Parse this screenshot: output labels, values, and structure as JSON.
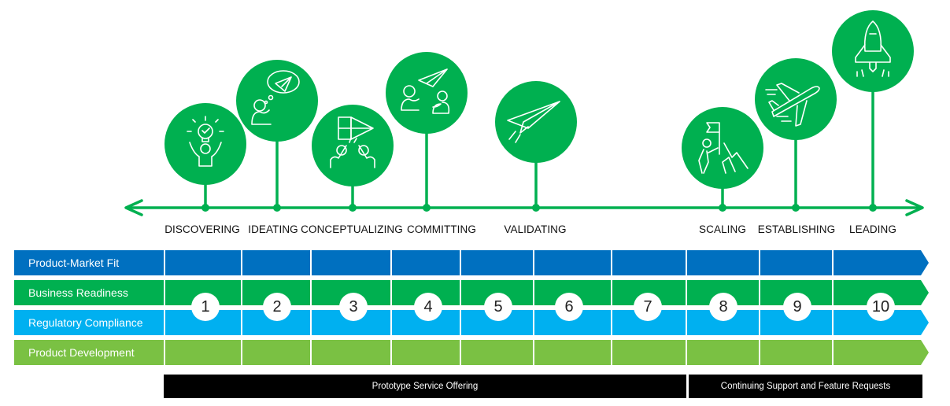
{
  "diagram": {
    "colors": {
      "timeline_green": "#00b050",
      "product_market_fit": "#0070c0",
      "business_readiness": "#00b050",
      "regulatory_compliance": "#00b0f0",
      "product_development": "#7ac143",
      "offering_bar": "#000000"
    },
    "stages": [
      {
        "number": "1",
        "label": "DISCOVERING",
        "icon": "lightbulb-person-icon"
      },
      {
        "number": "2",
        "label": "IDEATING",
        "icon": "thinking-paper-plane-icon"
      },
      {
        "number": "3",
        "label": "CONCEPTUALIZING",
        "icon": "high-five-folding-plane-icon"
      },
      {
        "number": "4",
        "label": "COMMITTING",
        "icon": "two-people-paper-plane-icon"
      },
      {
        "number": "5",
        "label": "",
        "icon": ""
      },
      {
        "number": "6",
        "label": "VALIDATING",
        "icon": "flying-paper-plane-icon"
      },
      {
        "number": "7",
        "label": "",
        "icon": ""
      },
      {
        "number": "8",
        "label": "SCALING",
        "icon": "climber-flag-icon"
      },
      {
        "number": "9",
        "label": "ESTABLISHING",
        "icon": "airplane-icon"
      },
      {
        "number": "10",
        "label": "LEADING",
        "icon": "rocket-icon"
      }
    ],
    "tracks": [
      {
        "label": "Product-Market Fit",
        "color_key": "product_market_fit"
      },
      {
        "label": "Business Readiness",
        "color_key": "business_readiness"
      },
      {
        "label": "Regulatory Compliance",
        "color_key": "regulatory_compliance"
      },
      {
        "label": "Product Development",
        "color_key": "product_development"
      }
    ],
    "offerings": [
      {
        "label": "Prototype Service Offering",
        "stages": "1-7"
      },
      {
        "label": "Continuing Support and Feature Requests",
        "stages": "8-10"
      }
    ]
  }
}
